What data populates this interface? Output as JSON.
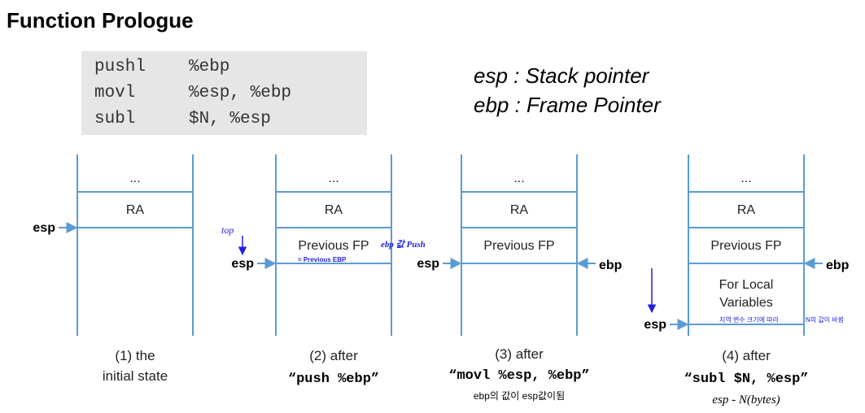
{
  "title": "Function Prologue",
  "code": [
    {
      "op": "pushl",
      "args": "%ebp"
    },
    {
      "op": "movl",
      "args": "%esp, %ebp"
    },
    {
      "op": "subl",
      "args": "$N, %esp"
    }
  ],
  "legend": [
    "esp : Stack pointer",
    "ebp : Frame Pointer"
  ],
  "colors": {
    "stack_line": "#5b9bd5",
    "annotation": "#1f1fe0"
  },
  "stacks": [
    {
      "cells": [
        "...",
        "RA"
      ],
      "esp_label": "esp",
      "caption_lines": [
        "(1) the",
        "initial state"
      ]
    },
    {
      "cells": [
        "...",
        "RA",
        "Previous FP"
      ],
      "esp_label": "esp",
      "note_top": "top",
      "note_push": "ebp 값 Push",
      "note_prev": "= Previous EBP",
      "caption_line1": "(2) after",
      "caption_code": "“push %ebp”"
    },
    {
      "cells": [
        "...",
        "RA",
        "Previous FP"
      ],
      "esp_label": "esp",
      "ebp_label": "ebp",
      "caption_line1": "(3) after",
      "caption_code": "“movl %esp, %ebp”",
      "note_below": "ebp의 값이 esp값이됨"
    },
    {
      "cells": [
        "...",
        "RA",
        "Previous FP",
        "For Local",
        "Variables"
      ],
      "esp_label": "esp",
      "ebp_label": "ebp",
      "note_local": "지역 변수 크기에 따라",
      "note_n": "N의 값이 바뀜",
      "caption_line1": "(4) after",
      "caption_code": "“subl $N, %esp”",
      "note_below": "esp - N(bytes)"
    }
  ]
}
